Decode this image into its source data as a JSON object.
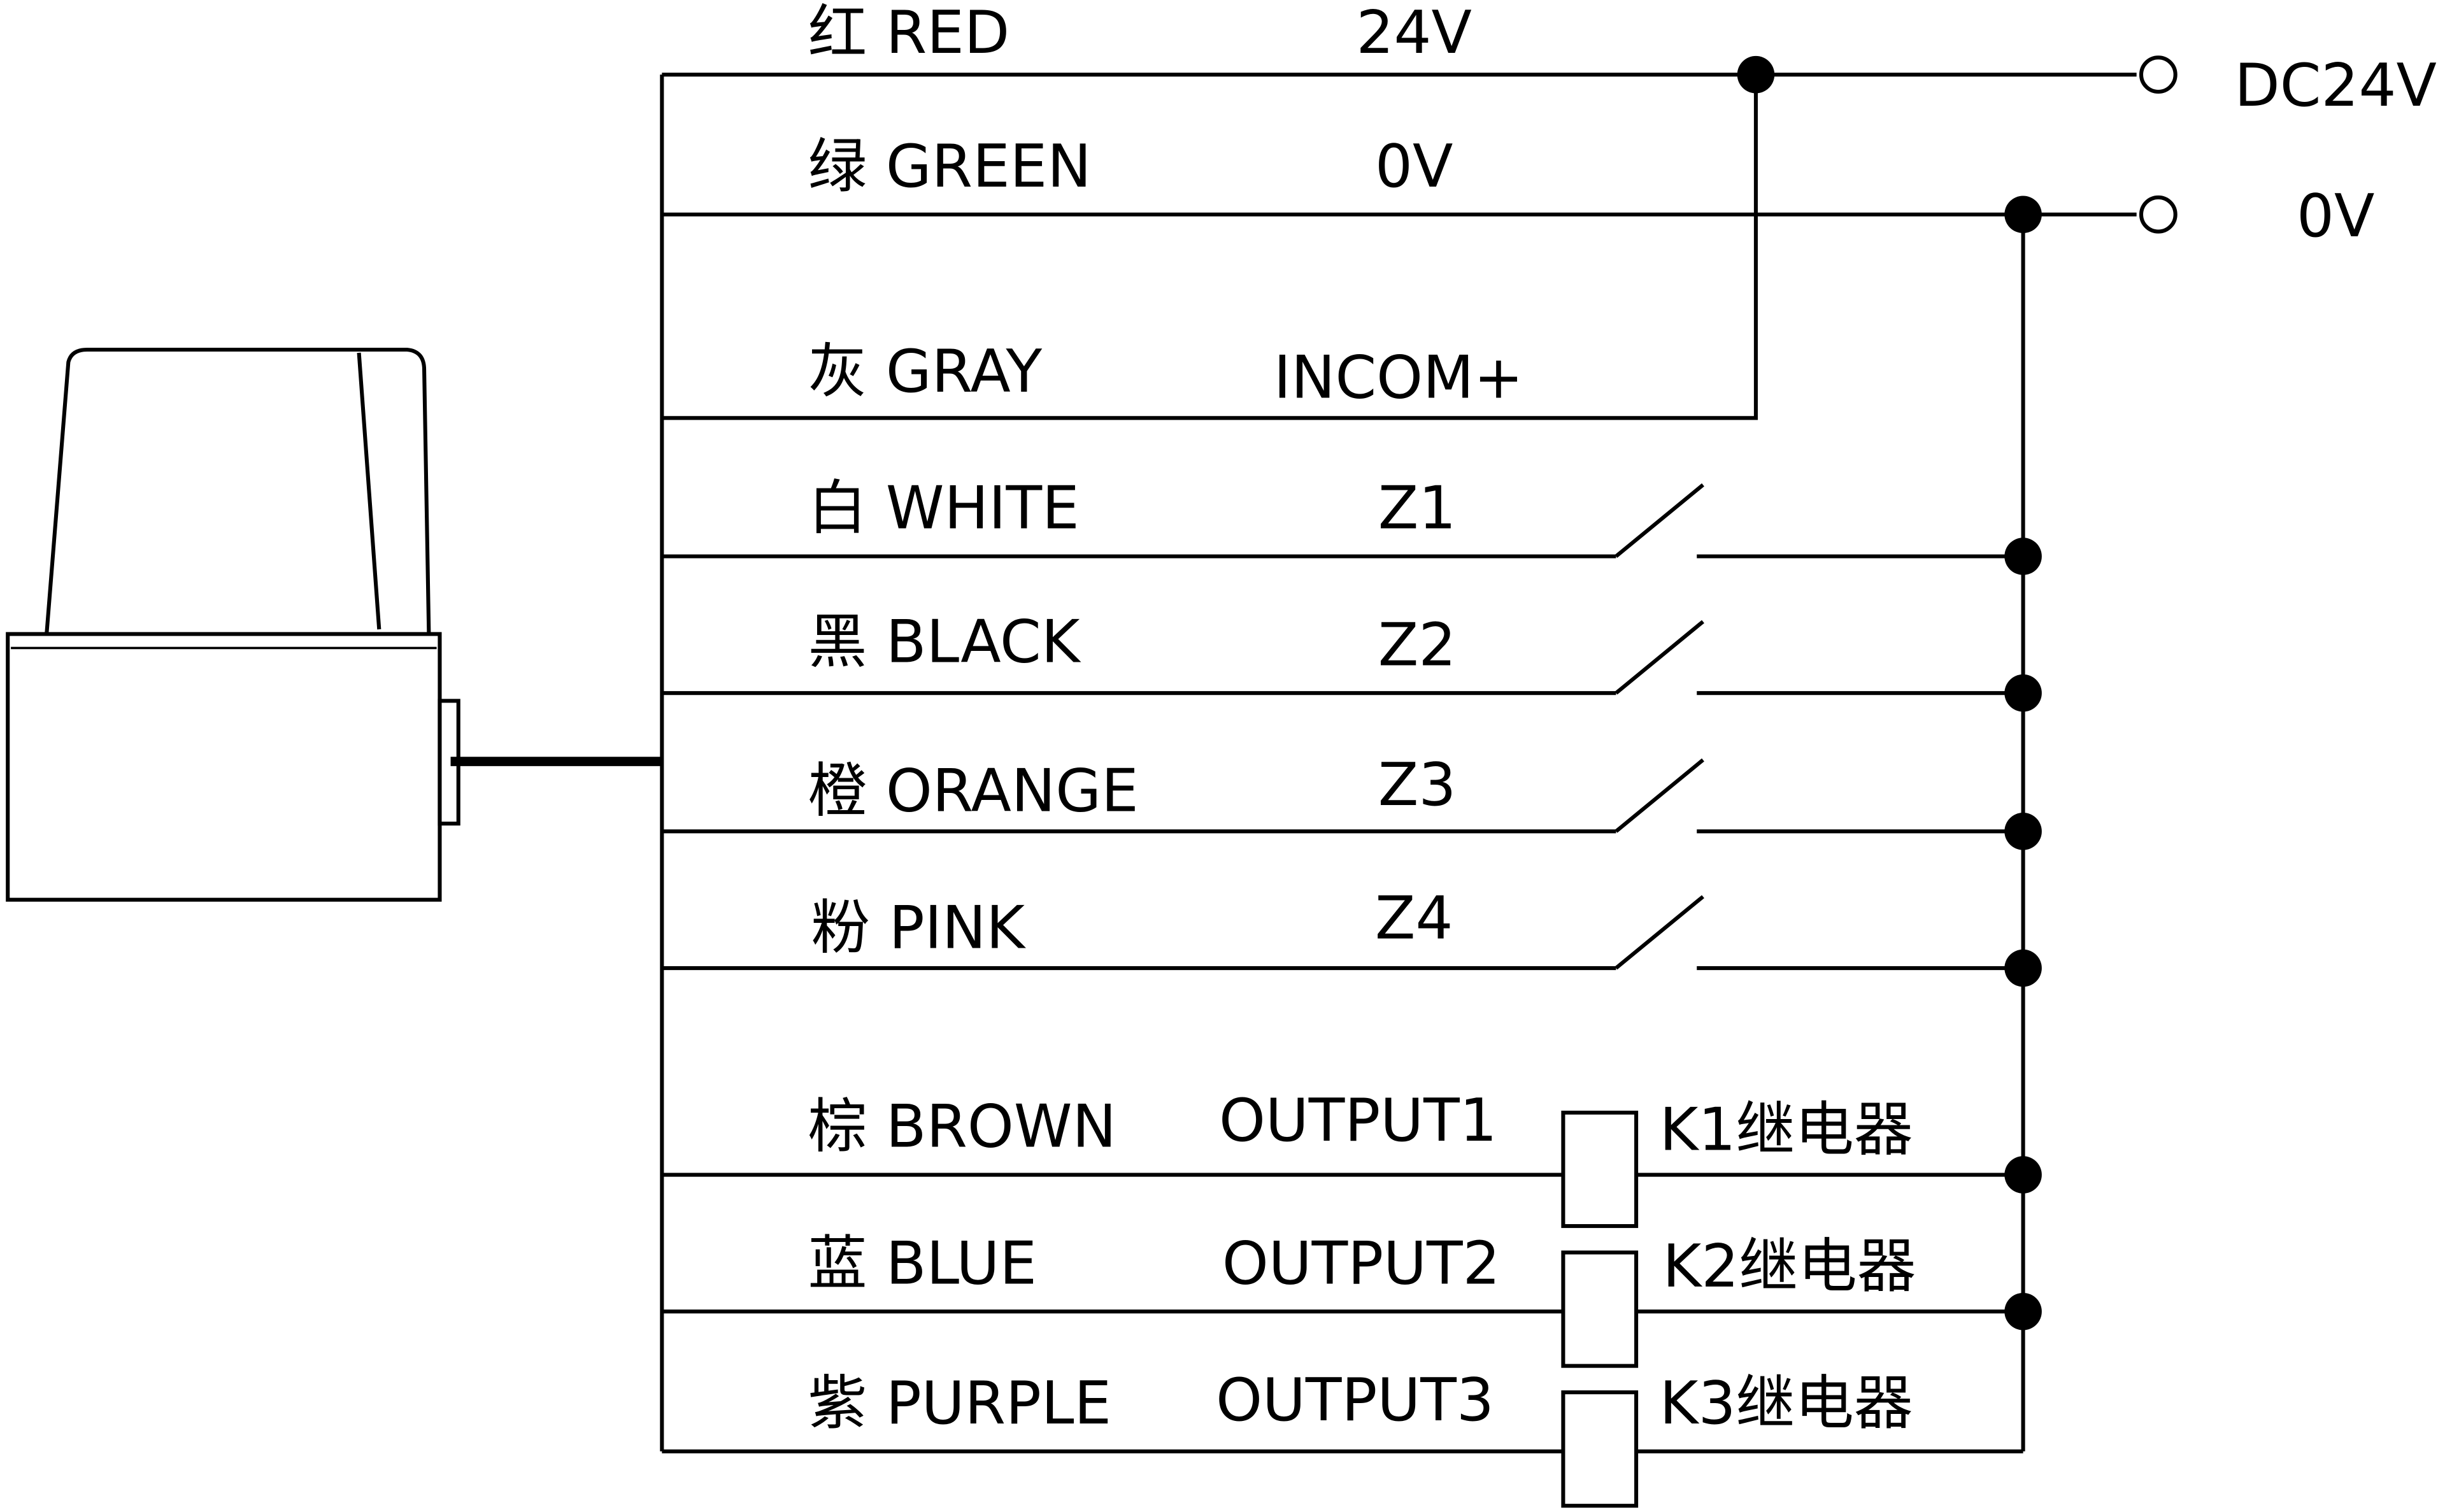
{
  "wires": [
    {
      "color_label": "红 RED",
      "signal": "24V"
    },
    {
      "color_label": "绿 GREEN",
      "signal": "0V"
    },
    {
      "color_label": "灰 GRAY",
      "signal": "INCOM+"
    },
    {
      "color_label": "白 WHITE",
      "signal": "Z1"
    },
    {
      "color_label": "黑 BLACK",
      "signal": "Z2"
    },
    {
      "color_label": "橙 ORANGE",
      "signal": "Z3"
    },
    {
      "color_label": "粉 PINK",
      "signal": "Z4"
    },
    {
      "color_label": "棕 BROWN",
      "signal": "OUTPUT1"
    },
    {
      "color_label": "蓝 BLUE",
      "signal": "OUTPUT2"
    },
    {
      "color_label": "紫 PURPLE",
      "signal": "OUTPUT3"
    }
  ],
  "terminals": {
    "positive": "DC24V",
    "negative": "0V"
  },
  "relays": [
    "K1继电器",
    "K2继电器",
    "K3继电器"
  ],
  "line_color": "#000000"
}
